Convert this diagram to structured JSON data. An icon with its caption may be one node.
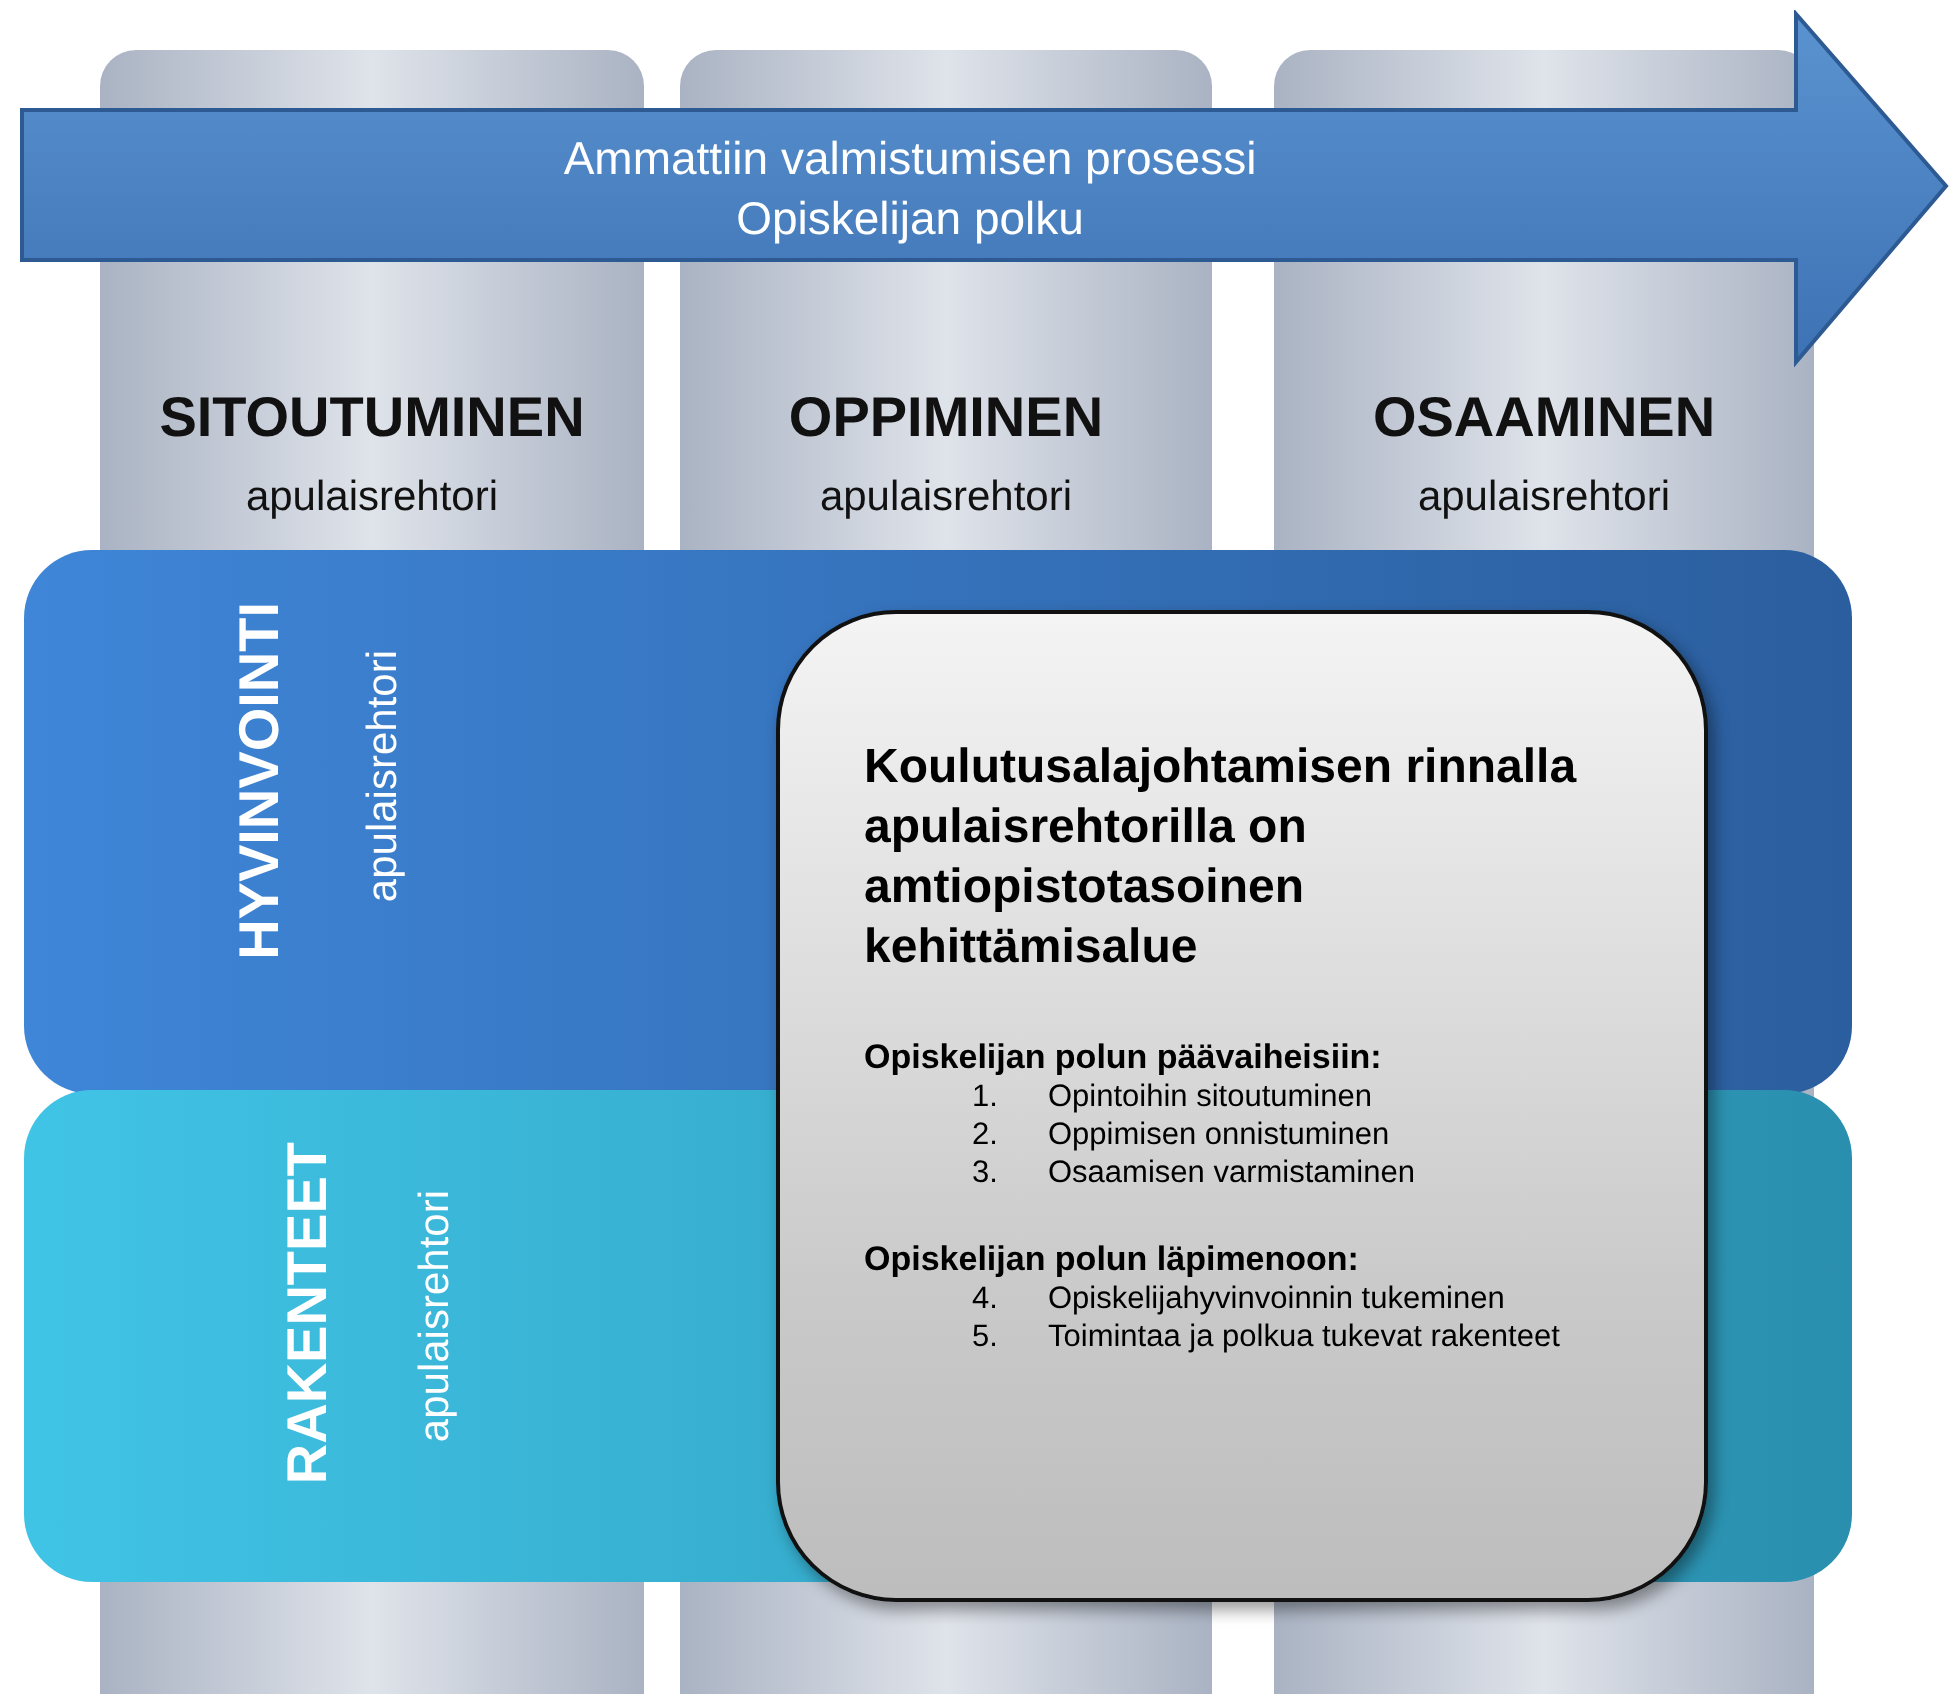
{
  "diagram": {
    "nodes": [
      {
        "text": [
          "Ammattiin valmistumisen prosessi",
          "Opiskelijan polku"
        ]
      },
      {
        "text": [
          "SITOUTUMINEN",
          "apulaisrehtori"
        ]
      },
      {
        "text": [
          "OPPIMINEN",
          "apulaisrehtori"
        ]
      },
      {
        "text": [
          "OSAAMINEN",
          "apulaisrehtori"
        ]
      },
      {
        "text": [
          "HYVINVOINTI",
          "apulaisrehtori"
        ]
      },
      {
        "text": [
          "RAKENTEET",
          "apulaisrehtori"
        ]
      },
      {
        "text": [
          "Koulutusalajohtamisen rinnalla apulaisrehtorilla on amtiopistotasoinen kehittämisalue",
          "Opiskelijan polun päävaiheisiin:",
          "1. Opintoihin sitoutuminen",
          "2. Oppimisen onnistuminen",
          "3. Osaamisen varmistaminen",
          "Opiskelijan polun läpimenoon:",
          "4. Opiskelijahyvinvoinnin tukeminen",
          "5. Toimintaa ja polkua tukevat rakenteet"
        ]
      }
    ],
    "edges": []
  }
}
